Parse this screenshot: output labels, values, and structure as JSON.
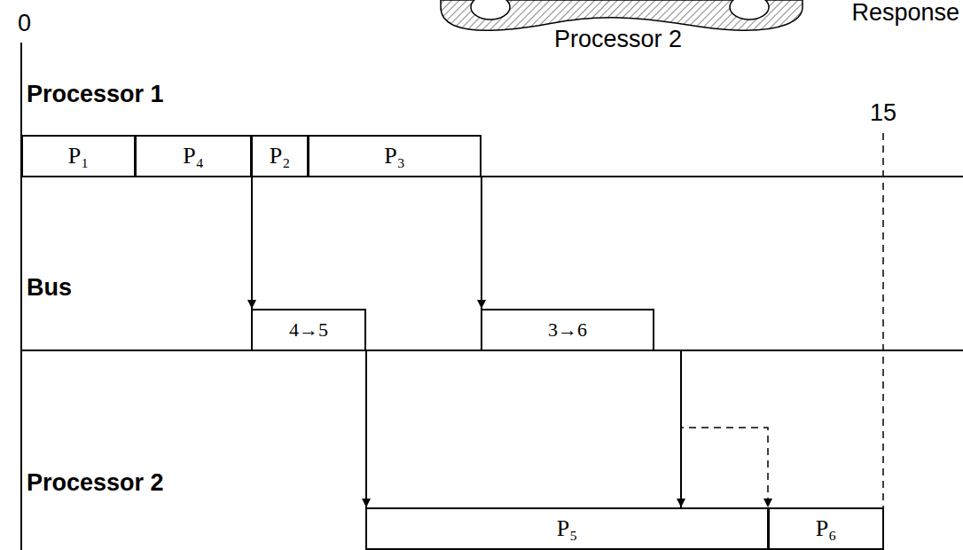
{
  "diagram": {
    "nodes": [
      {
        "text": [
          "P₁"
        ]
      },
      {
        "text": [
          "P₄"
        ]
      },
      {
        "text": [
          "P₂"
        ]
      },
      {
        "text": [
          "P₃"
        ]
      },
      {
        "text": [
          "4→5"
        ]
      },
      {
        "text": [
          "3→6"
        ]
      },
      {
        "text": [
          "P₅"
        ]
      },
      {
        "text": [
          "P₆"
        ]
      }
    ],
    "edges": [
      {
        "from": 1,
        "to": 4,
        "arrow": "to"
      },
      {
        "from": 3,
        "to": 5,
        "arrow": "to"
      },
      {
        "from": 4,
        "to": 6,
        "arrow": "to"
      },
      {
        "from": 5,
        "to": 6,
        "arrow": "to"
      },
      {
        "from": 5,
        "to": 7,
        "arrow": "to"
      }
    ],
    "labels": [
      "0",
      "15",
      "Processor 1",
      "Bus",
      "Processor 2",
      "Processor 2",
      "Response"
    ]
  }
}
